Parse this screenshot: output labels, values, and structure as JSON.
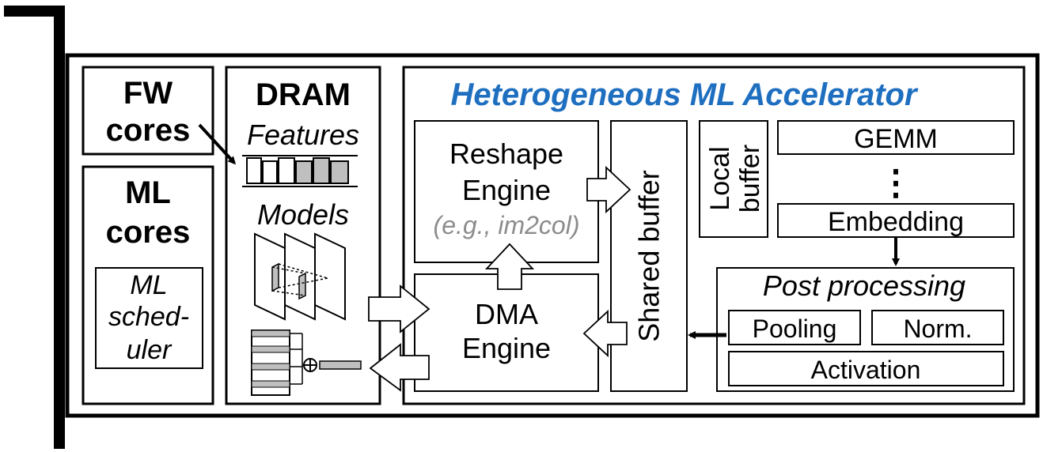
{
  "fw_cores": {
    "line1": "FW",
    "line2": "cores"
  },
  "ml_cores": {
    "line1": "ML",
    "line2": "cores",
    "scheduler": {
      "line1": "ML",
      "line2": "sched-",
      "line3": "uler"
    }
  },
  "dram": {
    "title": "DRAM",
    "features_label": "Features",
    "models_label": "Models"
  },
  "accelerator": {
    "title": "Heterogeneous ML Accelerator",
    "title_color": "#1F6FC0",
    "reshape_engine": {
      "line1": "Reshape",
      "line2": "Engine",
      "example": "(e.g., im2col)"
    },
    "dma_engine": {
      "line1": "DMA",
      "line2": "Engine"
    },
    "shared_buffer": "Shared buffer",
    "local_buffer": {
      "line1": "Local",
      "line2": "buffer"
    },
    "gemm": "GEMM",
    "ellipsis": "⋮",
    "embedding": "Embedding",
    "post_processing": {
      "title": "Post processing",
      "pooling": "Pooling",
      "norm": "Norm.",
      "activation": "Activation"
    }
  },
  "colors": {
    "gray_fill": "#BFBFBF",
    "example_text": "#8C8C8C"
  }
}
